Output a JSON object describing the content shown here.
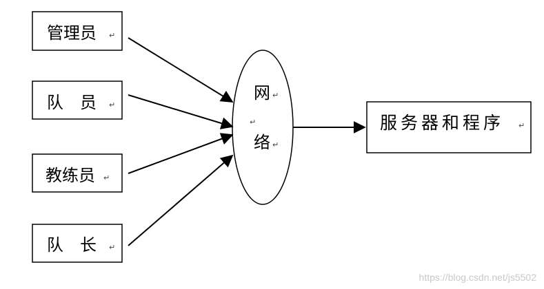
{
  "nodes": {
    "admin": "管理员",
    "member": "队　员",
    "coach": "教练员",
    "captain": "队　长",
    "network_top": "网",
    "network_bottom": "络",
    "server": "服务器和程序"
  },
  "para_mark": "↵",
  "watermark": "https://blog.csdn.net/js5502"
}
